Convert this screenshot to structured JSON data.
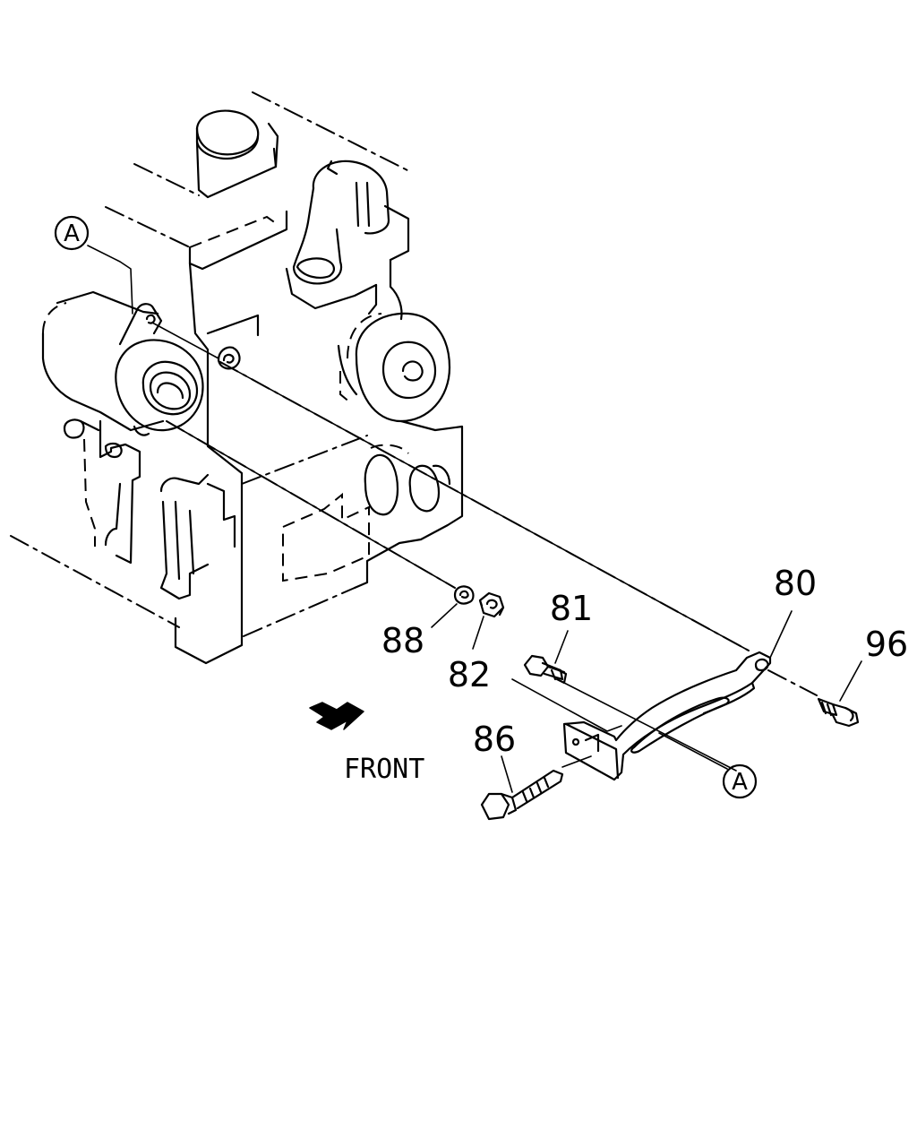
{
  "diagram": {
    "reference_marker": "A",
    "direction_label": "FRONT",
    "part_numbers": {
      "bracket": "80",
      "bolt_short": "81",
      "nut": "82",
      "bolt_long": "86",
      "washer": "88",
      "bolt_small": "96"
    }
  }
}
